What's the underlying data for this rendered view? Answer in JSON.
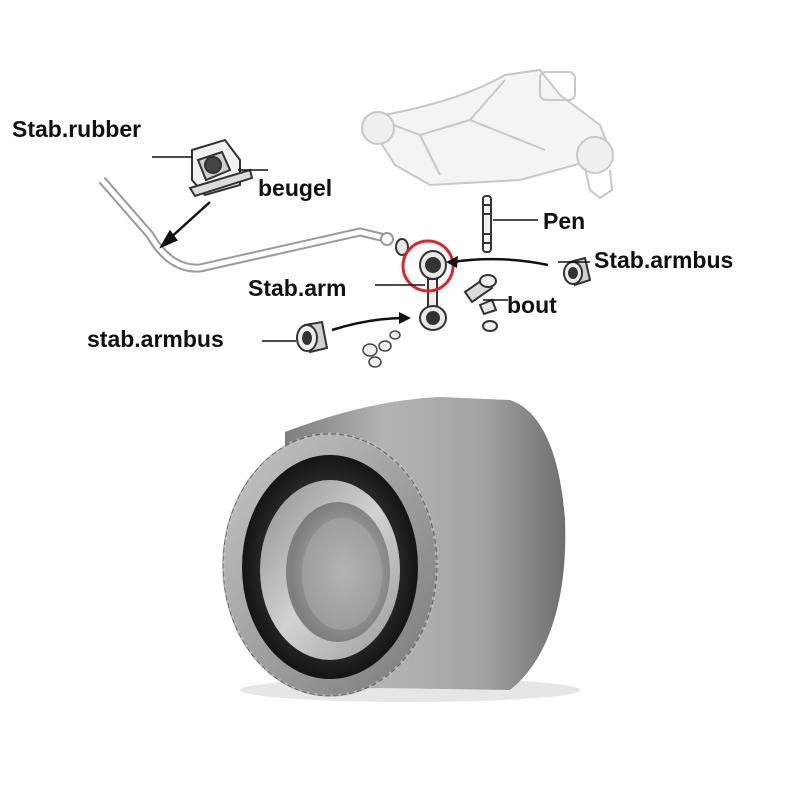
{
  "labels": {
    "stab_rubber": "Stab.rubber",
    "beugel": "beugel",
    "pen": "Pen",
    "stab_armbus_right": "Stab.armbus",
    "stab_arm": "Stab.arm",
    "bout": "bout",
    "stab_armbus_left": "stab.armbus"
  },
  "colors": {
    "line": "#111111",
    "highlight_circle": "#d9262b",
    "bushing_outer": "#9e9e9e",
    "bushing_rubber": "#222222",
    "bushing_sleeve": "#b8b8b8"
  }
}
